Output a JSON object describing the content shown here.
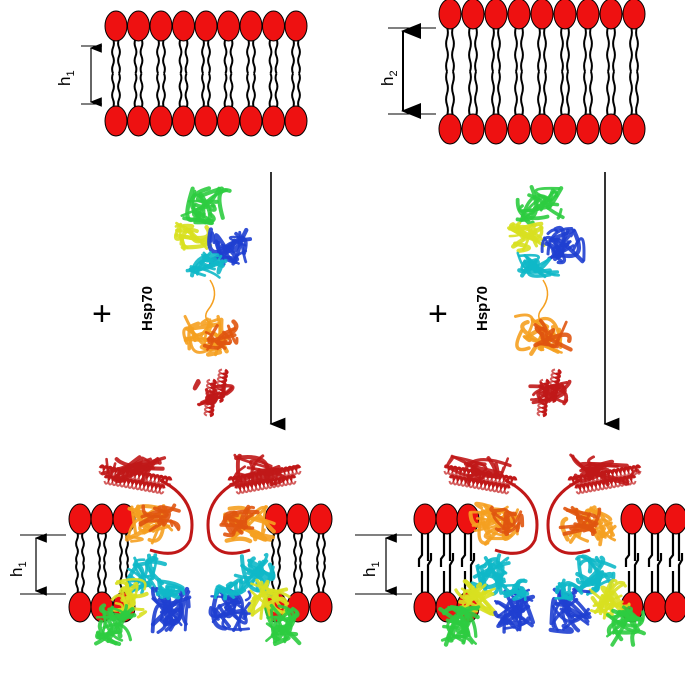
{
  "panels": {
    "top_left": {
      "thickness_label": "h",
      "thickness_sub": "1"
    },
    "top_right": {
      "thickness_label": "h",
      "thickness_sub": "2"
    },
    "bottom_left": {
      "thickness_label": "h",
      "thickness_sub": "1"
    },
    "bottom_right": {
      "thickness_label": "h",
      "thickness_sub": "1"
    }
  },
  "steps": {
    "left": {
      "plus": "+",
      "protein_label": "Hsp70"
    },
    "right": {
      "plus": "+",
      "protein_label": "Hsp70"
    }
  },
  "colors": {
    "lipid_head": "#ee1111",
    "lipid_tail": "#000000",
    "protein_gradient": [
      "#1f3fd0",
      "#10b8c8",
      "#2ecc40",
      "#d8e020",
      "#f5a020",
      "#e05510",
      "#c01818"
    ]
  },
  "icons": {
    "protein": "hsp70-ribbon-structure",
    "arrow": "down-arrow",
    "membrane": "lipid-bilayer"
  }
}
